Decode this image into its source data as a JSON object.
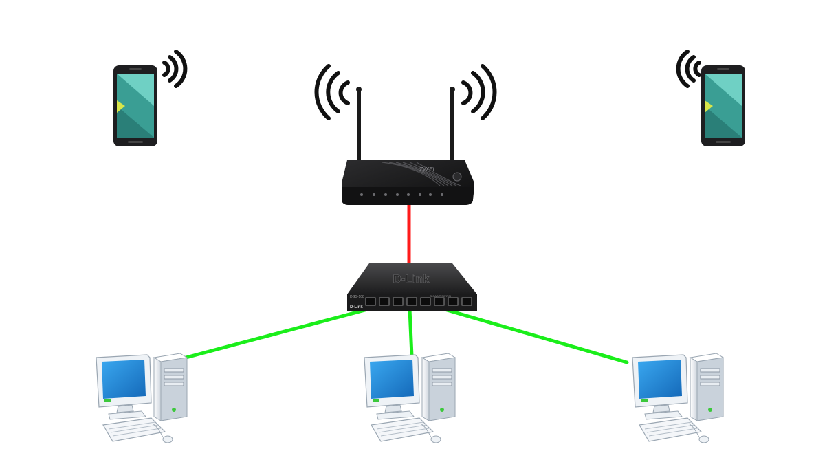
{
  "diagram": {
    "switch": {
      "brand": "D-Link",
      "badge": "D-Link",
      "model": "DGS-108",
      "subtitle": "GIGABIT SWITCH"
    },
    "router": {
      "brand": "ZyXEL"
    },
    "colors": {
      "uplink": "#ff1a1a",
      "lan": "#1aee1a",
      "wifi_waves": "#111111",
      "device_dark": "#1e1e20",
      "phone_screen": "#3a9e94",
      "monitor_screen": "#1e88d8",
      "pc_case": "#eef2f6"
    },
    "nodes": [
      "phone-left",
      "router",
      "phone-right",
      "switch",
      "pc-left",
      "pc-center",
      "pc-right"
    ],
    "links": [
      {
        "from": "router",
        "to": "switch",
        "kind": "wired",
        "color": "red"
      },
      {
        "from": "switch",
        "to": "pc-left",
        "kind": "wired",
        "color": "green"
      },
      {
        "from": "switch",
        "to": "pc-center",
        "kind": "wired",
        "color": "green"
      },
      {
        "from": "switch",
        "to": "pc-right",
        "kind": "wired",
        "color": "green"
      },
      {
        "from": "router",
        "to": "phone-left",
        "kind": "wireless"
      },
      {
        "from": "router",
        "to": "phone-right",
        "kind": "wireless"
      }
    ]
  }
}
